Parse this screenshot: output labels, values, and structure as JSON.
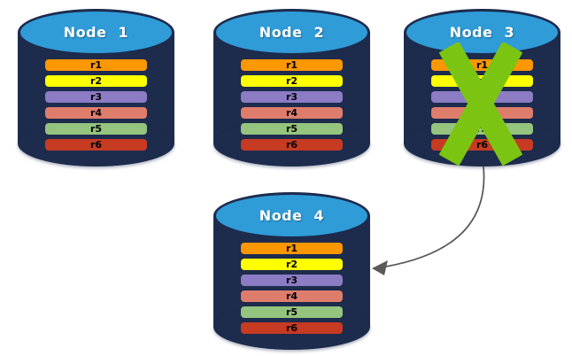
{
  "diagram": {
    "nodes": [
      {
        "label": "Node 1",
        "status": "active"
      },
      {
        "label": "Node 2",
        "status": "active"
      },
      {
        "label": "Node 3",
        "status": "failed"
      },
      {
        "label": "Node 4",
        "status": "active"
      }
    ],
    "records": [
      {
        "label": "r1",
        "color": "#FB9700"
      },
      {
        "label": "r2",
        "color": "#FFFF00"
      },
      {
        "label": "r3",
        "color": "#8C7CC4"
      },
      {
        "label": "r4",
        "color": "#DF7D6C"
      },
      {
        "label": "r5",
        "color": "#95C47E"
      },
      {
        "label": "r6",
        "color": "#C63B22"
      }
    ],
    "colors": {
      "cylinder_body": "#1D2B4D",
      "cylinder_top": "#2F9CD8",
      "node_label_text": "#FFFFFF",
      "record_label_text": "#000000",
      "failure_x": "#7CC412",
      "arrow": "#5A5A5A",
      "background": "#FFFFFF"
    }
  }
}
